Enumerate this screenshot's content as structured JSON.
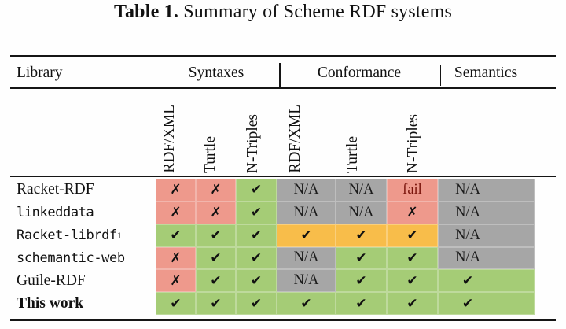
{
  "caption": {
    "label": "Table 1.",
    "text": " Summary of Scheme RDF systems"
  },
  "table": {
    "headers": [
      "Library",
      "Syntaxes",
      "Conformance",
      "Semantics"
    ],
    "rotated": [
      "RDF/XML",
      "Turtle",
      "N-Triples",
      "RDF/XML",
      "Turtle",
      "N-Triples"
    ],
    "status_colors": {
      "yes": "#a5cc76",
      "no": "#ee998c",
      "na": "#a6a6a6",
      "partial": "#f8bd4a",
      "fail_text": "#7a150c"
    },
    "rows": [
      {
        "library": "Racket-RDF",
        "font": "serif",
        "cells": [
          {
            "mark": "✗",
            "kind": "no"
          },
          {
            "mark": "✗",
            "kind": "no"
          },
          {
            "mark": "✔",
            "kind": "yes"
          },
          {
            "mark": "N/A",
            "kind": "na"
          },
          {
            "mark": "N/A",
            "kind": "na"
          },
          {
            "mark": "fail",
            "kind": "fail"
          },
          {
            "mark": "N/A",
            "kind": "na"
          }
        ]
      },
      {
        "library": "linkeddata",
        "font": "mono",
        "cells": [
          {
            "mark": "✗",
            "kind": "no"
          },
          {
            "mark": "✗",
            "kind": "no"
          },
          {
            "mark": "✔",
            "kind": "yes"
          },
          {
            "mark": "N/A",
            "kind": "na"
          },
          {
            "mark": "N/A",
            "kind": "na"
          },
          {
            "mark": "✗",
            "kind": "no"
          },
          {
            "mark": "N/A",
            "kind": "na"
          }
        ]
      },
      {
        "library": "Racket-librdf",
        "sup": "1",
        "font": "mono",
        "cells": [
          {
            "mark": "✔",
            "kind": "yes"
          },
          {
            "mark": "✔",
            "kind": "yes"
          },
          {
            "mark": "✔",
            "kind": "yes"
          },
          {
            "mark": "✔",
            "kind": "partial"
          },
          {
            "mark": "✔",
            "kind": "partial"
          },
          {
            "mark": "✔",
            "kind": "partial"
          },
          {
            "mark": "N/A",
            "kind": "na"
          }
        ]
      },
      {
        "library": "schemantic-web",
        "font": "mono",
        "cells": [
          {
            "mark": "✗",
            "kind": "no"
          },
          {
            "mark": "✔",
            "kind": "yes"
          },
          {
            "mark": "✔",
            "kind": "yes"
          },
          {
            "mark": "N/A",
            "kind": "na"
          },
          {
            "mark": "✔",
            "kind": "yes"
          },
          {
            "mark": "✔",
            "kind": "yes"
          },
          {
            "mark": "N/A",
            "kind": "na"
          }
        ]
      },
      {
        "library": "Guile-RDF",
        "font": "serif",
        "cells": [
          {
            "mark": "✗",
            "kind": "no"
          },
          {
            "mark": "✔",
            "kind": "yes"
          },
          {
            "mark": "✔",
            "kind": "yes"
          },
          {
            "mark": "N/A",
            "kind": "na"
          },
          {
            "mark": "✔",
            "kind": "yes"
          },
          {
            "mark": "✔",
            "kind": "yes"
          },
          {
            "mark": "✔",
            "kind": "yes"
          }
        ]
      },
      {
        "library": "This work",
        "font": "serif-bold",
        "cells": [
          {
            "mark": "✔",
            "kind": "yes"
          },
          {
            "mark": "✔",
            "kind": "yes"
          },
          {
            "mark": "✔",
            "kind": "yes"
          },
          {
            "mark": "✔",
            "kind": "yes"
          },
          {
            "mark": "✔",
            "kind": "yes"
          },
          {
            "mark": "✔",
            "kind": "yes"
          },
          {
            "mark": "✔",
            "kind": "yes"
          }
        ]
      }
    ]
  }
}
